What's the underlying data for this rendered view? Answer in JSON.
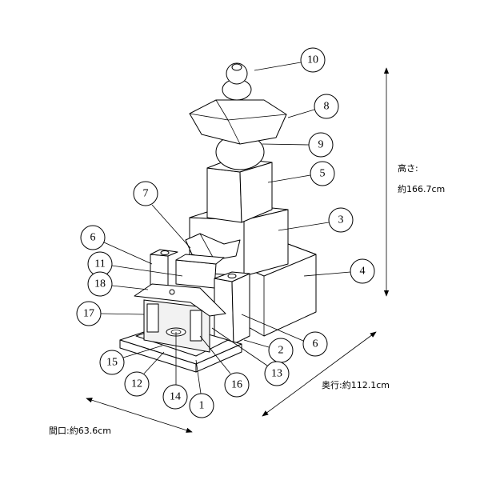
{
  "dimensions": {
    "height_label": "高さ:",
    "height_value": "約166.7cm",
    "depth": "奥行:約112.1cm",
    "width": "間口:約63.6cm"
  },
  "callouts": [
    "10",
    "8",
    "9",
    "5",
    "3",
    "4",
    "7",
    "6",
    "11",
    "18",
    "17",
    "6",
    "2",
    "15",
    "13",
    "12",
    "14",
    "16",
    "1"
  ]
}
